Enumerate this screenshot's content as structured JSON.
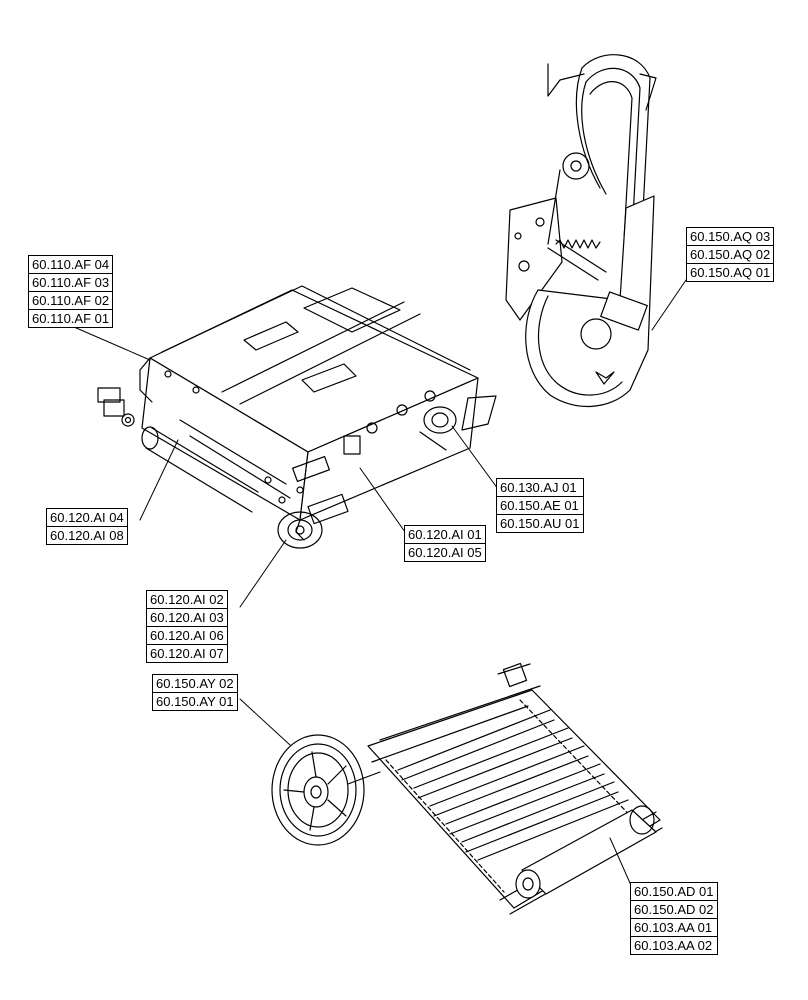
{
  "diagram": {
    "callouts": [
      {
        "id": "af",
        "labels": [
          "60.110.AF 04",
          "60.110.AF 03",
          "60.110.AF 02",
          "60.110.AF 01"
        ]
      },
      {
        "id": "aq",
        "labels": [
          "60.150.AQ 03",
          "60.150.AQ 02",
          "60.150.AQ 01"
        ]
      },
      {
        "id": "aj",
        "labels": [
          "60.130.AJ 01",
          "60.150.AE 01",
          "60.150.AU 01"
        ]
      },
      {
        "id": "ai4",
        "labels": [
          "60.120.AI 04",
          "60.120.AI 08"
        ]
      },
      {
        "id": "ai1",
        "labels": [
          "60.120.AI 01",
          "60.120.AI 05"
        ]
      },
      {
        "id": "ai2",
        "labels": [
          "60.120.AI 02",
          "60.120.AI 03",
          "60.120.AI 06",
          "60.120.AI 07"
        ]
      },
      {
        "id": "ay",
        "labels": [
          "60.150.AY 02",
          "60.150.AY 01"
        ]
      },
      {
        "id": "ad",
        "labels": [
          "60.150.AD 01",
          "60.150.AD 02",
          "60.103.AA 01",
          "60.103.AA 02"
        ]
      }
    ]
  }
}
